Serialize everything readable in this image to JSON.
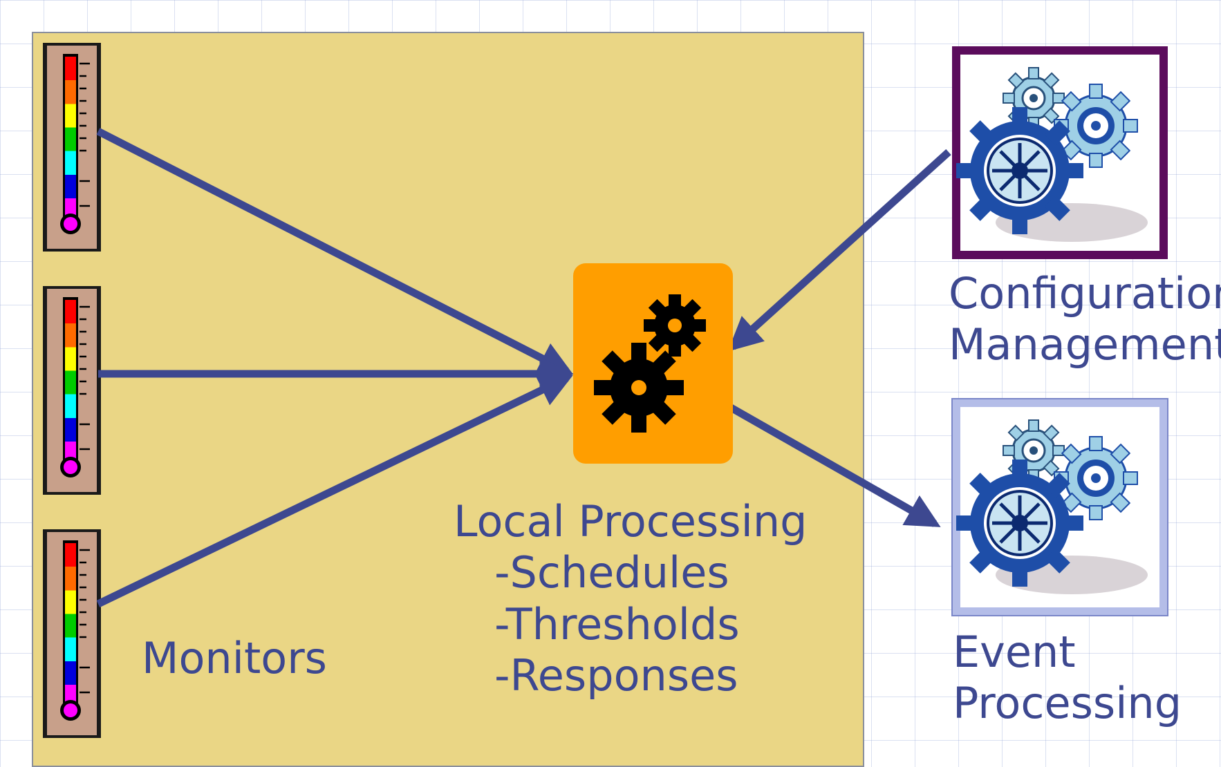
{
  "diagram": {
    "monitors_label": "Monitors",
    "local_processing_label": "Local Processing\n   -Schedules\n   -Thresholds\n   -Responses",
    "configuration_label": "Configuration\nManagement",
    "event_label": "Event\nProcessing"
  },
  "icons": {
    "thermometer": "thermometer-icon",
    "gears": "gears-icon",
    "local_gears": "gear-icon"
  },
  "colors": {
    "panel": "#ead685",
    "arrow": "#3d4890",
    "text": "#3d4890",
    "local_processing_box": "#ff9e00",
    "config_frame": "#5b0c5c",
    "event_frame": "#b4bde8"
  }
}
